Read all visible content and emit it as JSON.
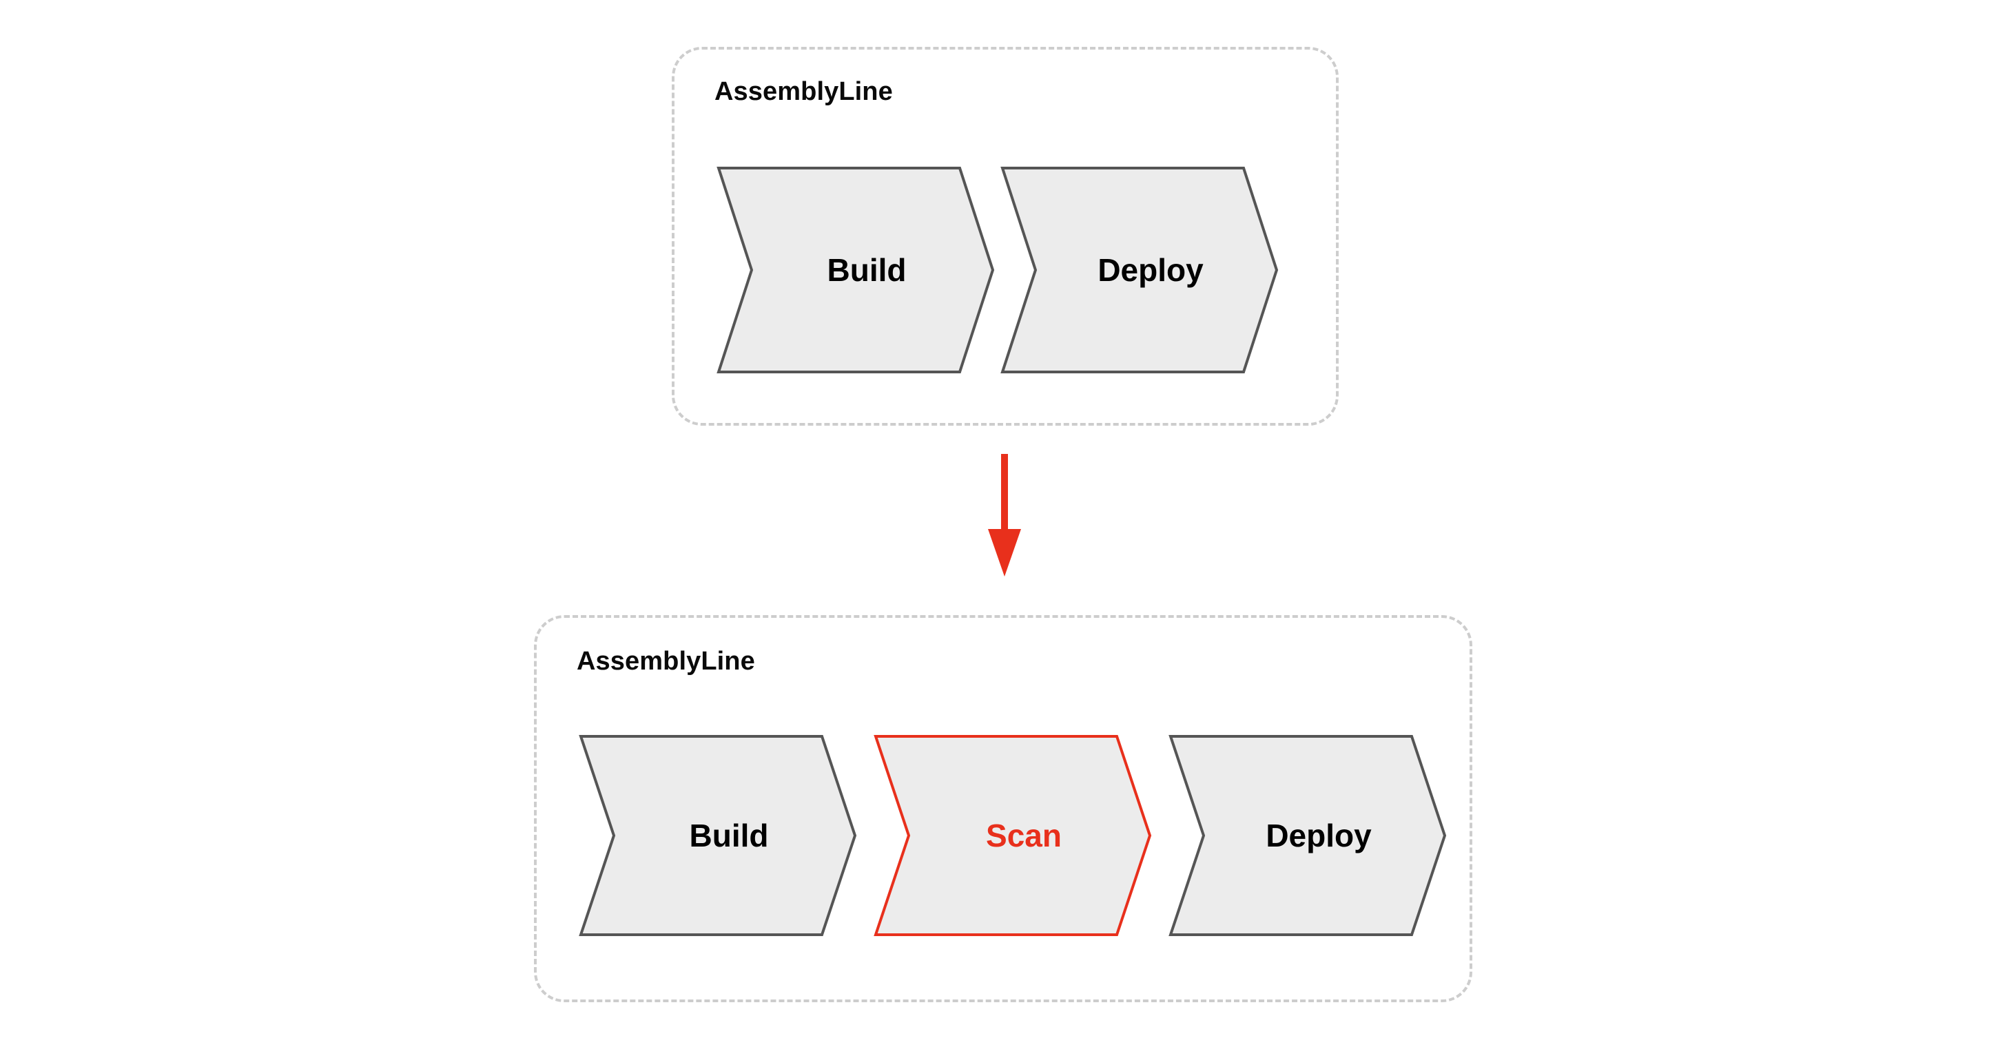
{
  "diagram": {
    "type": "flow-transformation",
    "background_color": "#ffffff",
    "accent_color": "#e8301c",
    "stage_fill_color": "#ececec",
    "stage_border_color": "#555555",
    "group_border_color": "#cdcdcd"
  },
  "groups": [
    {
      "id": "before",
      "title": "AssemblyLine",
      "stages": [
        {
          "label": "Build",
          "highlighted": false
        },
        {
          "label": "Deploy",
          "highlighted": false
        }
      ]
    },
    {
      "id": "after",
      "title": "AssemblyLine",
      "stages": [
        {
          "label": "Build",
          "highlighted": false
        },
        {
          "label": "Scan",
          "highlighted": true
        },
        {
          "label": "Deploy",
          "highlighted": false
        }
      ]
    }
  ],
  "connector": {
    "name": "down-arrow",
    "direction": "down",
    "color": "#e8301c"
  }
}
